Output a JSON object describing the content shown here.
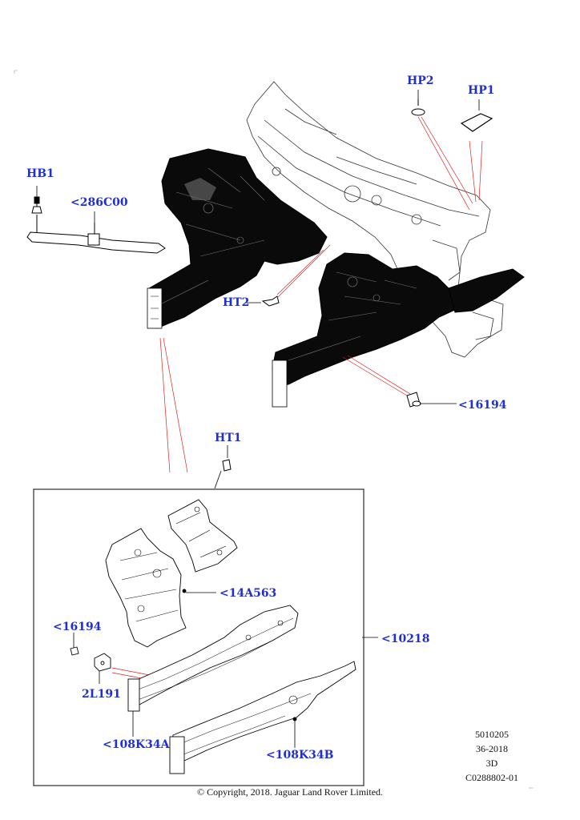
{
  "callouts": {
    "hb1": "HB1",
    "c286c00": "<286C00",
    "hp2": "HP2",
    "hp1": "HP1",
    "ht2": "HT2",
    "c16194_top": "<16194",
    "ht1": "HT1",
    "c14a563": "<14A563",
    "c16194_inset": "<16194",
    "c10218": "<10218",
    "c2l191": "2L191",
    "c108k34a": "<108K34A",
    "c108k34b": "<108K34B"
  },
  "meta": {
    "code1": "5010205",
    "date": "36-2018",
    "view": "3D",
    "ref": "C0288802-01"
  },
  "copyright": "© Copyright, 2018. Jaguar Land Rover Limited.",
  "colors": {
    "callout": "#1f2fd6",
    "leader": "#e02020",
    "outline": "#000000"
  }
}
